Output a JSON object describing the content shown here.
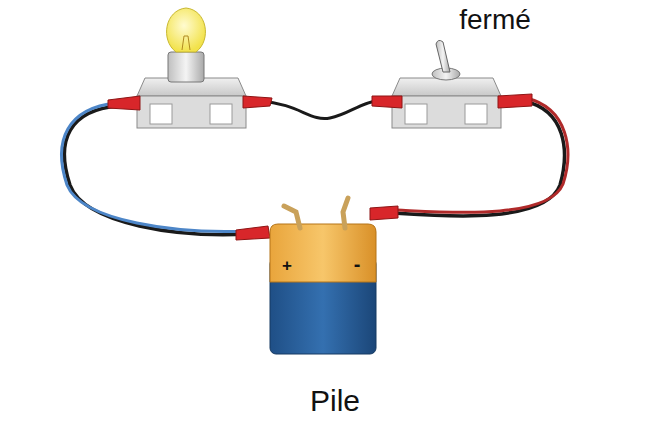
{
  "diagram": {
    "labels": [
      "fermé",
      "+",
      "-",
      "Pile"
    ]
  }
}
